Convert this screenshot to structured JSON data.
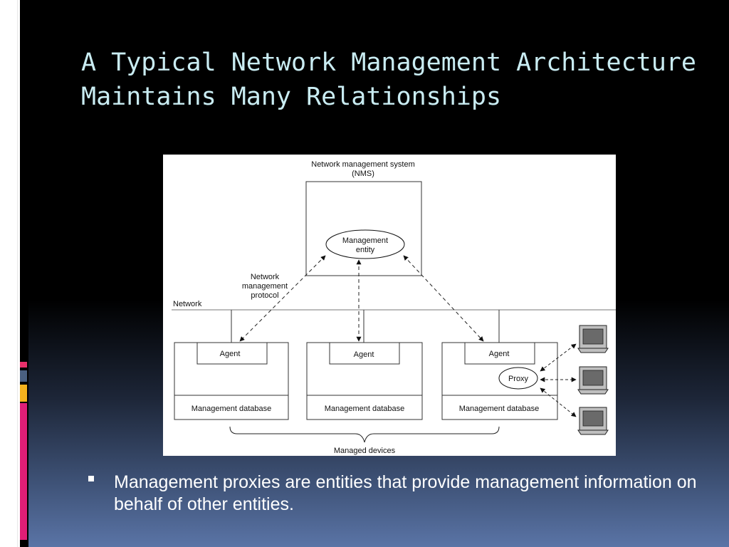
{
  "slide": {
    "title_line1": "A Typical Network Management Architecture",
    "title_line2": "Maintains Many Relationships",
    "bullet": "Management proxies are entities that provide management information on behalf of other entities."
  },
  "diagram": {
    "nms_title_line1": "Network management system",
    "nms_title_line2": "(NMS)",
    "mgmt_entity_line1": "Management",
    "mgmt_entity_line2": "entity",
    "protocol_line1": "Network",
    "protocol_line2": "management",
    "protocol_line3": "protocol",
    "network_label": "Network",
    "agent_label": "Agent",
    "proxy_label": "Proxy",
    "database_label": "Management database",
    "managed_devices_label": "Managed devices"
  }
}
